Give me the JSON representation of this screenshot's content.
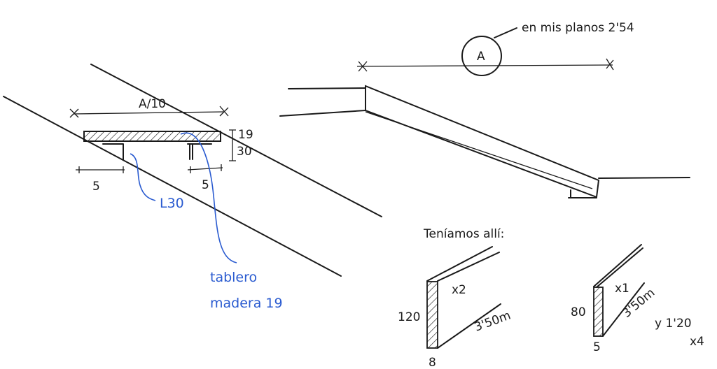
{
  "section_sketch": {
    "span_label": "A/10",
    "thickness_label": "19",
    "angle_height_label": "30",
    "left_offset_label": "5",
    "right_offset_label": "5",
    "angle_note": "L30",
    "board_note_line1": "tablero",
    "board_note_line2": "madera 19"
  },
  "elevation_sketch": {
    "circle_label": "A",
    "note": "en mis planos 2'54"
  },
  "inventory": {
    "title": "Teníamos allí:",
    "plank1": {
      "height": "120",
      "thickness": "8",
      "length": "3'50m",
      "count": "x2"
    },
    "plank2": {
      "height": "80",
      "thickness": "5",
      "length": "3'50m",
      "count": "x1",
      "extra": "y 1'20",
      "extra_count": "x4"
    }
  },
  "colors": {
    "ink": "#1a1a1a",
    "blue": "#2a5bd0"
  }
}
